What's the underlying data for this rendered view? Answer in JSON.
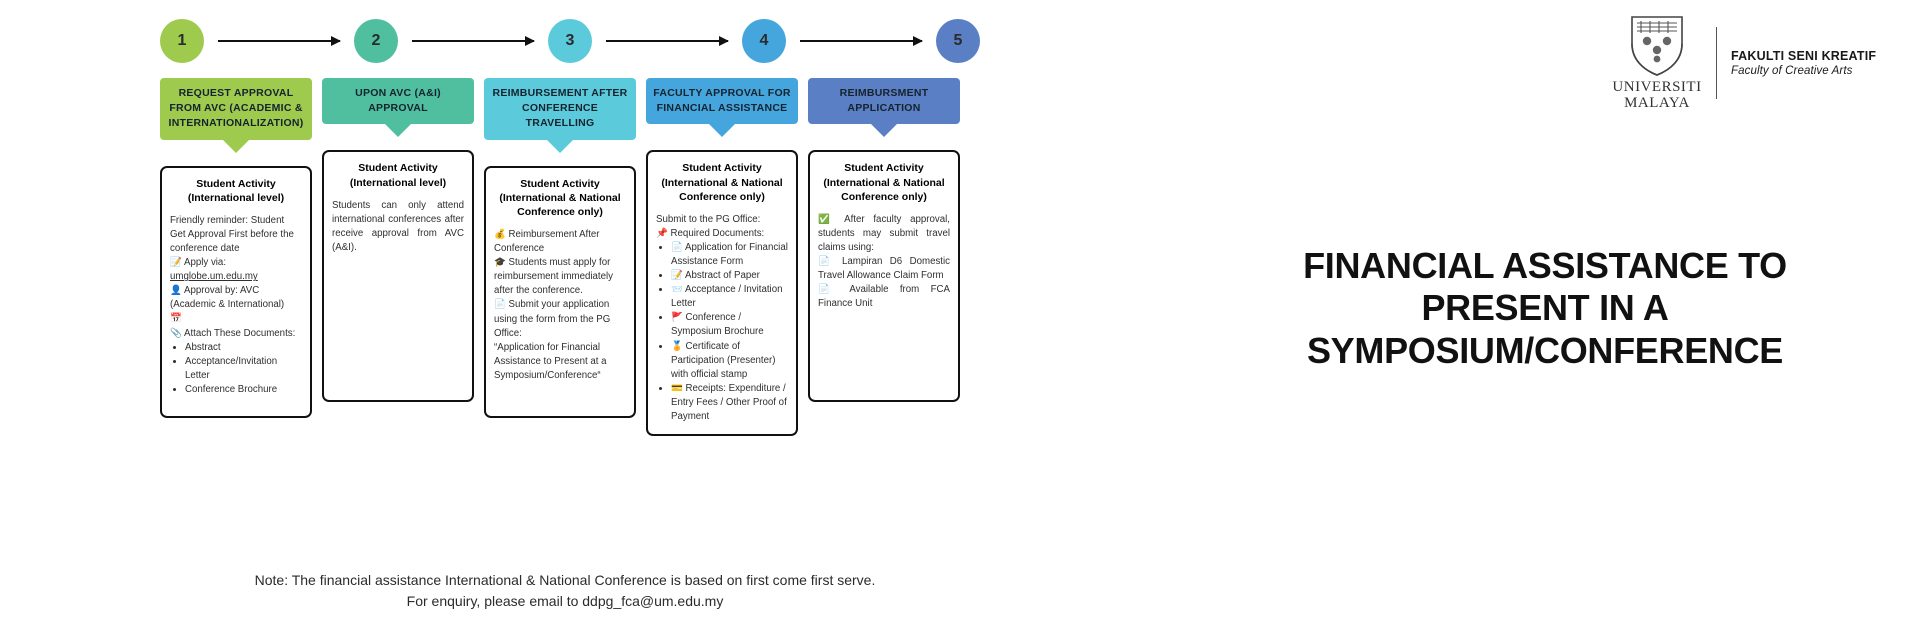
{
  "logo": {
    "university_line1": "UNIVERSITI",
    "university_line2": "MALAYA",
    "faculty_my": "FAKULTI SENI KREATIF",
    "faculty_en": "Faculty of Creative Arts"
  },
  "main_title": "FINANCIAL ASSISTANCE TO PRESENT IN A SYMPOSIUM/CONFERENCE",
  "footer": {
    "line1": "Note: The financial assistance International & National Conference is based on first come first serve.",
    "line2": "For enquiry, please email to ddpg_fca@um.edu.my"
  },
  "colors": {
    "step1": "#9ECB4E",
    "step2": "#4FBFA0",
    "step3": "#5BCBDC",
    "step4": "#45A6DE",
    "step5": "#5B7FC4"
  },
  "steps": [
    {
      "number": "1",
      "color": "#9ECB4E",
      "banner": "REQUEST APPROVAL FROM AVC (ACADEMIC & INTERNATIONALIZATION)",
      "card_title": "Student Activity (International level)",
      "body": {
        "intro": "Friendly reminder: Student Get Approval First before the conference date",
        "apply_icon": "memo-icon",
        "apply_label": "Apply via:",
        "apply_link": "umglobe.um.edu.my",
        "approval_icon": "person-icon",
        "approval_label": "Approval by: AVC (Academic & International)",
        "calendar_icon": "calendar-icon",
        "attach_icon": "paperclip-icon",
        "attach_label": "Attach These Documents:",
        "documents": [
          "Abstract",
          "Acceptance/Invitation Letter",
          "Conference Brochure"
        ]
      }
    },
    {
      "number": "2",
      "color": "#4FBFA0",
      "banner": "UPON AVC (A&I) APPROVAL",
      "card_title": "Student Activity (International level)",
      "body": {
        "paragraph": "Students can only attend international conferences after receive approval from AVC (A&I)."
      }
    },
    {
      "number": "3",
      "color": "#5BCBDC",
      "banner": "REIMBURSEMENT AFTER CONFERENCE TRAVELLING",
      "card_title": "Student Activity (International & National Conference only)",
      "body": {
        "money_icon": "money-bag-icon",
        "money_label": "Reimbursement After Conference",
        "grad_icon": "graduation-cap-icon",
        "grad_label": "Students must apply for reimbursement immediately after the conference.",
        "page_icon": "page-icon",
        "page_label": "Submit your application using the form from the PG Office:",
        "form_name": "“Application for Financial Assistance to Present at a Symposium/Conference“"
      }
    },
    {
      "number": "4",
      "color": "#45A6DE",
      "banner": "FACULTY APPROVAL FOR FINANCIAL ASSISTANCE",
      "card_title": "Student Activity (International & National Conference only)",
      "body": {
        "submit_label": "Submit to the PG Office:",
        "pin_icon": "pushpin-icon",
        "required_label": "Required Documents:",
        "documents": [
          {
            "icon": "page-icon",
            "glyph": "📄",
            "text": "Application for Financial Assistance Form"
          },
          {
            "icon": "memo-icon",
            "glyph": "📝",
            "text": "Abstract of Paper"
          },
          {
            "icon": "envelope-icon",
            "glyph": "📨",
            "text": "Acceptance / Invitation Letter"
          },
          {
            "icon": "flag-icon",
            "glyph": "🚩",
            "text": "Conference / Symposium Brochure"
          },
          {
            "icon": "medal-icon",
            "glyph": "🏅",
            "text": "Certificate of Participation (Presenter) with official stamp"
          },
          {
            "icon": "credit-card-icon",
            "glyph": "💳",
            "text": "Receipts: Expenditure / Entry Fees / Other Proof of Payment"
          }
        ]
      }
    },
    {
      "number": "5",
      "color": "#5B7FC4",
      "banner": "REIMBURSMENT APPLICATION",
      "card_title": "Student Activity (International & National Conference only)",
      "body": {
        "check_icon": "check-mark-icon",
        "check_label": "After faculty approval, students may submit travel claims using:",
        "form_icon": "page-icon",
        "form_label": "Lampiran D6 Domestic Travel Allowance Claim Form",
        "avail_icon": "document-icon",
        "avail_label": "Available from FCA Finance Unit"
      }
    }
  ]
}
